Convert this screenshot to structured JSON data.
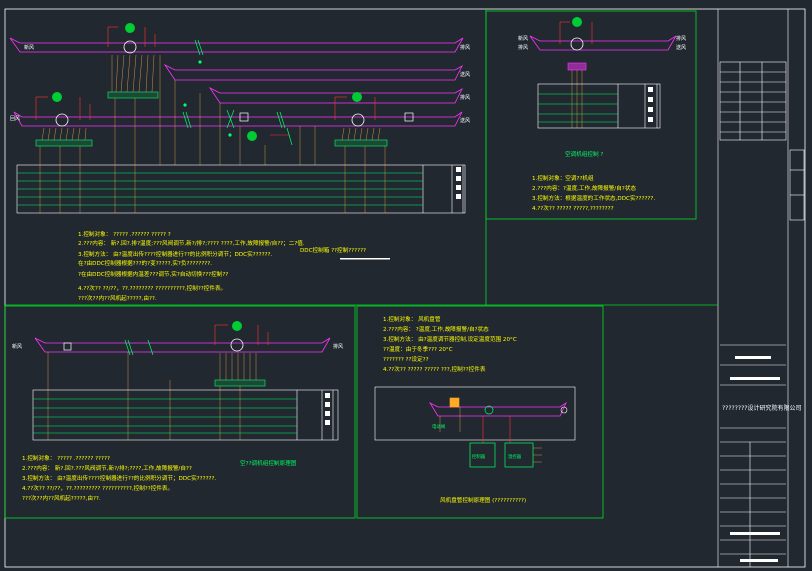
{
  "colors": {
    "background": "#212830",
    "frame": "#ffffff",
    "panel_border": "#00dd22",
    "duct": "#ff33ff",
    "signal": "#ff3333",
    "wire": "#ffaa44",
    "text_note": "#ffff00",
    "text_label": "#00ff66"
  },
  "panel1": {
    "duct_labels": [
      "新风",
      "排风",
      "送风",
      "排风",
      "回风",
      "送风"
    ],
    "notes": [
      "1.控制对象：   ????? .?????? ????? ?",
      "2.???内容：  新?.回?.排?温度;???风阀调节,新?/排?;???? ????,工作,故障报警/自??；二?值.",
      "3.控制方法：  由?温度出传????控制器进行??的比例积分调节；DDC实??????.",
      "          在?由DDC控制器根据???的?变?????,实?负????????.",
      "          ?在由DDC控制器根据内温差???调节,实?自动切换???控制??",
      "4.??次?? ??/??，??.???????? ??????????,控制??控件表。",
      "  ???次??内??风机起?????,由??."
    ],
    "legend_title": "DDC控制箱 ??控制??????"
  },
  "panel2": {
    "duct_labels": [
      "新风",
      "排风",
      "排风",
      "送风"
    ],
    "table_caption": "空调机组控制 ?",
    "notes": [
      "1.控制对象：空调??机组",
      "2.???内容：?温度,工作,故障报警/自?状态",
      "3.控制方法：根据温度的工作状态,DDC实??????.",
      "4.??次?? ????? ?????,????????"
    ]
  },
  "panel3": {
    "duct_labels": [
      "新风",
      "排风"
    ],
    "notes": [
      "1.控制对象：  ????? .?????? ?????",
      "2.???内容：  新?.回?.???风阀调节,新?/排?;????,工作,故障报警/自??",
      "3.控制方法：  由?温度出传????控制器进行??的比例积分调节；DDC实??????.",
      "4.??次?? ??/??，??.????????? ??????????,控制??控件表。",
      "  ???次??内??风机起?????,由??."
    ],
    "caption": "空??调机组控制原理图"
  },
  "panel4": {
    "notes": [
      "1.控制对象：  风机盘管",
      "2.???内容：  ?温度,工作,故障报警/自?状态",
      "3.控制方法：  由?温度调节器控制,设定温度范围 20°C",
      "          ??温度：由于冬季??? 20°C",
      "          ??????? ??设定??",
      "4.??次?? ????? ????? ???,控制??控件表"
    ],
    "caption": "风机盘管控制原理图 (??????????)",
    "box_labels": [
      "电动阀",
      "控制器",
      "温控器"
    ]
  },
  "title_block": {
    "company": "????????设计研究院有限公司"
  }
}
